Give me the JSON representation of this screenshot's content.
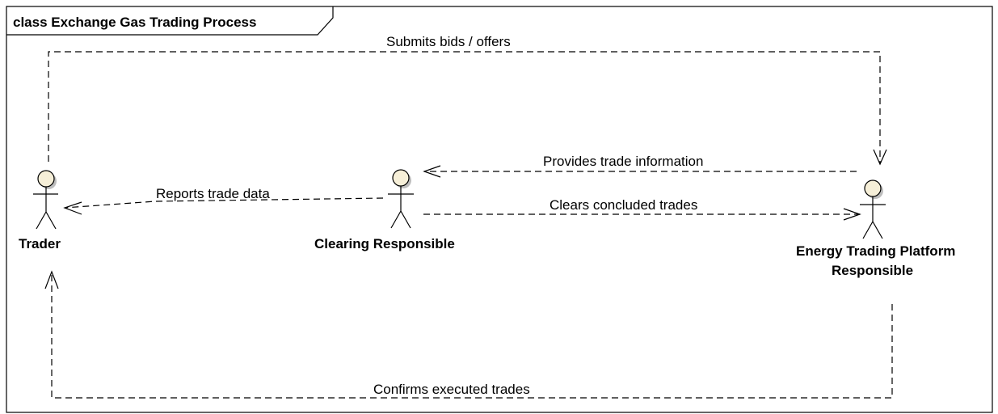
{
  "frame": {
    "title": "class Exchange Gas Trading Process"
  },
  "actors": {
    "trader": {
      "label": "Trader"
    },
    "clearing": {
      "label": "Clearing Responsible"
    },
    "platform": {
      "label_line1": "Energy Trading Platform",
      "label_line2": "Responsible"
    }
  },
  "messages": {
    "submits": "Submits bids / offers",
    "provides": "Provides trade information",
    "reports": "Reports trade data",
    "clears": "Clears concluded trades",
    "confirms": "Confirms executed trades"
  },
  "colors": {
    "actor_fill": "#f6efd8",
    "line": "#000000"
  }
}
